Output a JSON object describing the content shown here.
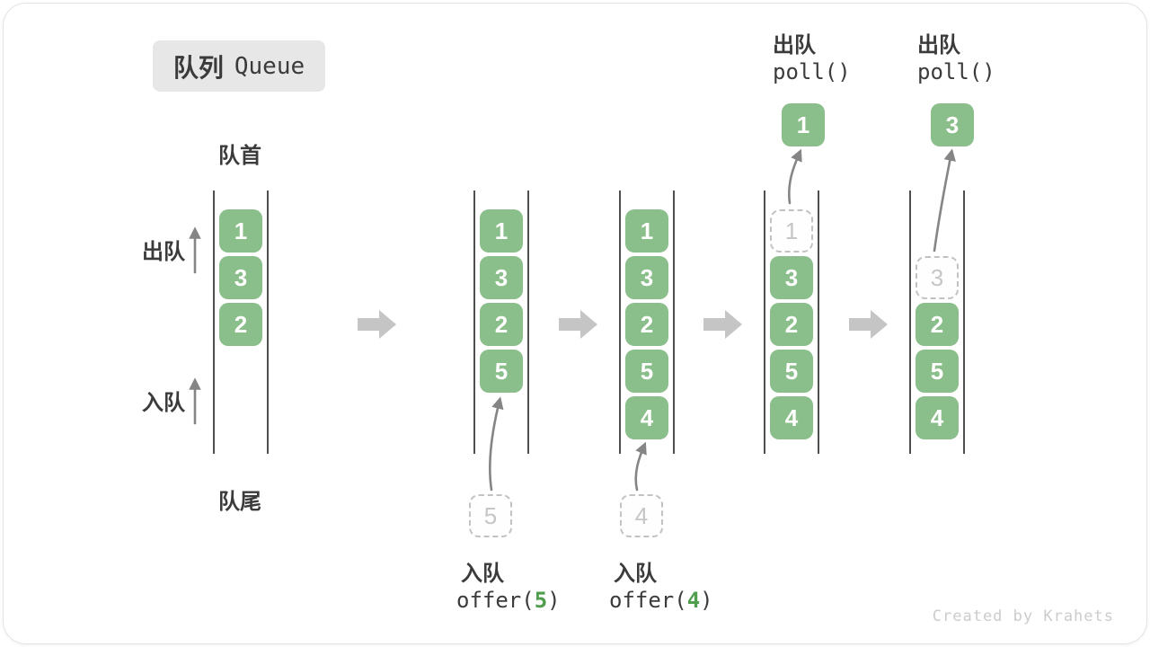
{
  "title": {
    "zh": "队列",
    "en": "Queue"
  },
  "labels": {
    "front": "队首",
    "rear": "队尾",
    "dequeue": "出队",
    "enqueue": "入队"
  },
  "poll_ops": [
    {
      "label_zh": "出队",
      "code": "poll()"
    },
    {
      "label_zh": "出队",
      "code": "poll()"
    }
  ],
  "offer_ops": [
    {
      "label_zh": "入队",
      "code_pre": "offer(",
      "arg": "5",
      "code_post": ")"
    },
    {
      "label_zh": "入队",
      "code_pre": "offer(",
      "arg": "4",
      "code_post": ")"
    }
  ],
  "queues": [
    {
      "cells": [
        {
          "v": "1"
        },
        {
          "v": "3"
        },
        {
          "v": "2"
        }
      ]
    },
    {
      "cells": [
        {
          "v": "1"
        },
        {
          "v": "3"
        },
        {
          "v": "2"
        },
        {
          "v": "5"
        }
      ]
    },
    {
      "cells": [
        {
          "v": "1"
        },
        {
          "v": "3"
        },
        {
          "v": "2"
        },
        {
          "v": "5"
        },
        {
          "v": "4"
        }
      ]
    },
    {
      "cells": [
        {
          "v": "1"
        },
        {
          "v": "3"
        },
        {
          "v": "2"
        },
        {
          "v": "5"
        },
        {
          "v": "4"
        }
      ]
    },
    {
      "cells": [
        {
          "v": "3"
        },
        {
          "v": "2"
        },
        {
          "v": "5"
        },
        {
          "v": "4"
        }
      ]
    }
  ],
  "polled_values": [
    "1",
    "3"
  ],
  "staged_values": [
    "5",
    "4"
  ],
  "credit": "Created by Krahets",
  "colors": {
    "box_green": "#8abe8a",
    "code_arg_green": "#4e9e4e",
    "ghost_gray": "#c2c2c2",
    "block_arrow_gray": "#c5c5c5",
    "thin_arrow_gray": "#858585",
    "text_dark": "#3b3b3b",
    "title_bg": "#e7e7e7"
  }
}
